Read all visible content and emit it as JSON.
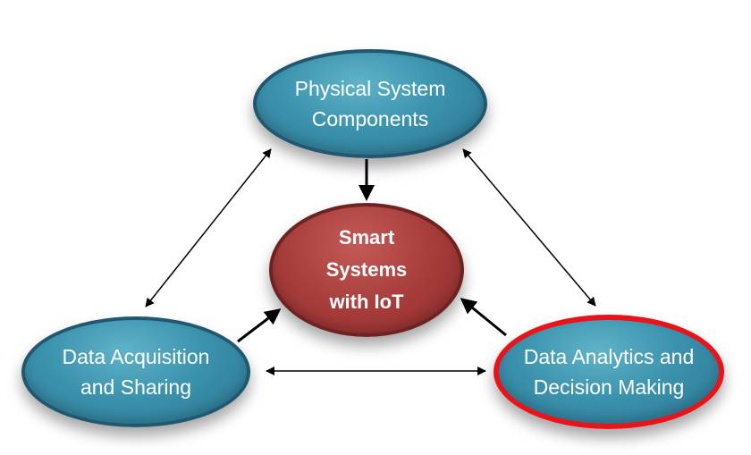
{
  "nodes": {
    "physical": {
      "label": "Physical System\nComponents",
      "color": "#3c93ad"
    },
    "smart": {
      "label": "Smart\nSystems\nwith IoT",
      "color": "#a83e3c"
    },
    "acquisition": {
      "label": "Data Acquisition\nand Sharing",
      "color": "#3c93ad"
    },
    "analytics": {
      "label": "Data Analytics and\nDecision Making",
      "color": "#3c93ad",
      "highlight": "#e8141a"
    }
  }
}
